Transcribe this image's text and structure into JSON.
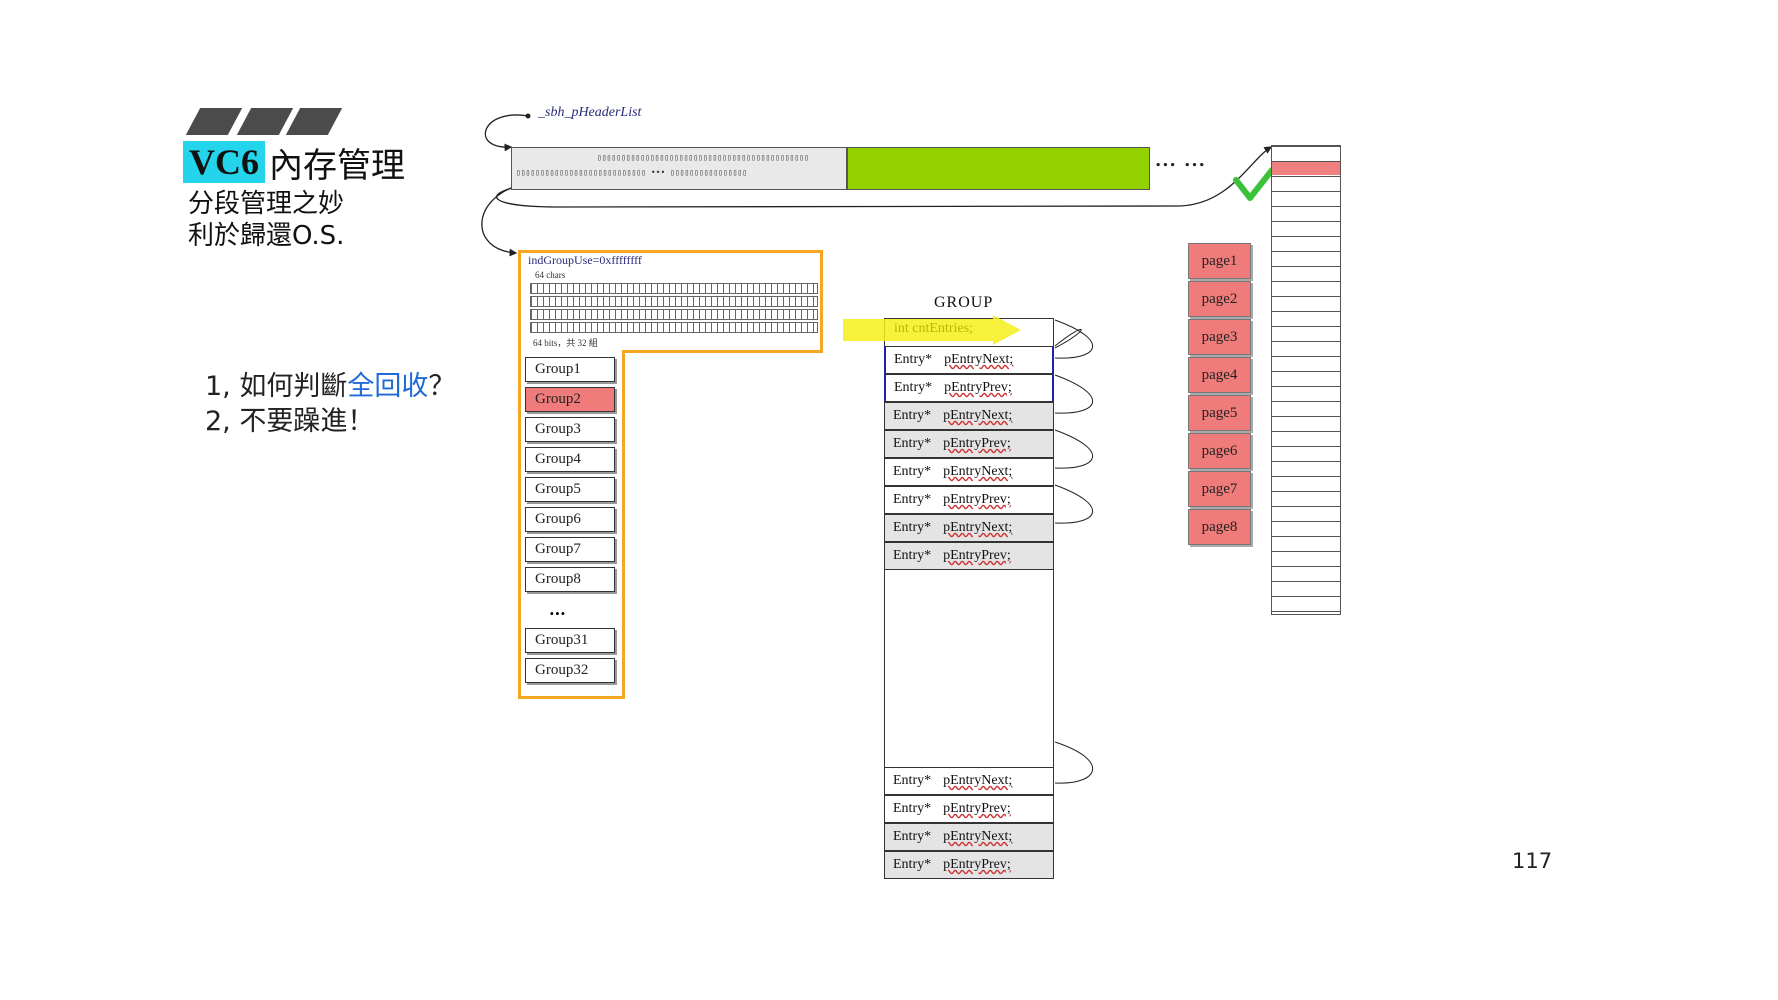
{
  "slide": {
    "title_tag": "VC6",
    "title_rest": "內存管理",
    "subtitle_1": "分段管理之妙",
    "subtitle_2": "利於歸還O.S.",
    "question_1_pre": "1, 如何判斷",
    "question_1_blue": "全回收",
    "question_1_post": "？",
    "question_2": "2, 不要躁進！",
    "page_number": "117"
  },
  "colors": {
    "accent_cyan": "#24d4ea",
    "accent_blue": "#1e6ad8",
    "green_block": "#94d100",
    "highlight_red": "#f07b7b",
    "orange_border": "#f5a623",
    "arrow_yellow": "#f4f01a",
    "check_green": "#3ac23a"
  },
  "header": {
    "label": "_sbh_pHeaderList",
    "dots": "... ..."
  },
  "group_table": {
    "caption": "indGroupUse=0xffffffff",
    "chars_note": "64 chars",
    "bits_note": "64 bits，共 32 組",
    "groups": [
      "Group1",
      "Group2",
      "Group3",
      "Group4",
      "Group5",
      "Group6",
      "Group7",
      "Group8"
    ],
    "ellipsis": "...",
    "groups_tail": [
      "Group31",
      "Group32"
    ],
    "highlighted": "Group2"
  },
  "group_entries": {
    "title": "GROUP",
    "count_field": "int cntEntries;",
    "type_label": "Entry*",
    "top_entries": [
      {
        "type": "Entry*",
        "field": "pEntryNext;"
      },
      {
        "type": "Entry*",
        "field": "pEntryPrev;"
      },
      {
        "type": "Entry*",
        "field": "pEntryNext;"
      },
      {
        "type": "Entry*",
        "field": "pEntryPrev;"
      },
      {
        "type": "Entry*",
        "field": "pEntryNext;"
      },
      {
        "type": "Entry*",
        "field": "pEntryPrev;"
      },
      {
        "type": "Entry*",
        "field": "pEntryNext;"
      },
      {
        "type": "Entry*",
        "field": "pEntryPrev;"
      }
    ],
    "bottom_entries": [
      {
        "type": "Entry*",
        "field": "pEntryNext;"
      },
      {
        "type": "Entry*",
        "field": "pEntryPrev;"
      },
      {
        "type": "Entry*",
        "field": "pEntryNext;"
      },
      {
        "type": "Entry*",
        "field": "pEntryPrev;"
      }
    ]
  },
  "pages": [
    "page1",
    "page2",
    "page3",
    "page4",
    "page5",
    "page6",
    "page7",
    "page8"
  ]
}
